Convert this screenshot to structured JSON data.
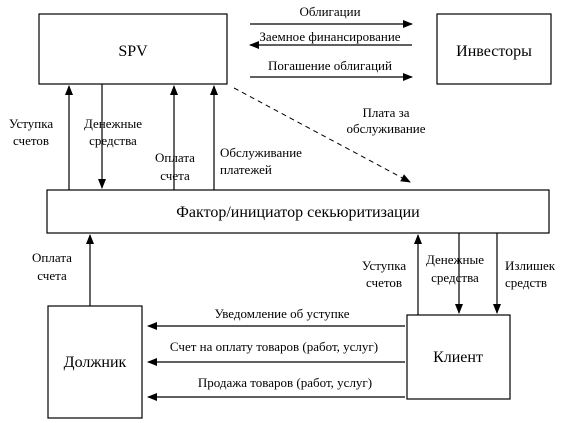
{
  "boxes": {
    "spv": "SPV",
    "investors": "Инвесторы",
    "factor": "Фактор/инициатор секьюритизации",
    "debtor": "Должник",
    "client": "Клиент"
  },
  "labels": {
    "bonds": "Облигации",
    "borrowing": "Заемное финансирование",
    "repayment": "Погашение облигаций",
    "service_fee_l1": "Плата за",
    "service_fee_l2": "обслуживание",
    "assign_l1": "Уступка",
    "assign_l2": "счетов",
    "cash_l1": "Денежные",
    "cash_l2": "средства",
    "invoice_pay_l1": "Оплата",
    "invoice_pay_l2": "счета",
    "payment_service_l1": "Обслуживание",
    "payment_service_l2": "платежей",
    "debtor_pay_l1": "Оплата",
    "debtor_pay_l2": "счета",
    "client_assign_l1": "Уступка",
    "client_assign_l2": "счетов",
    "client_cash_l1": "Денежные",
    "client_cash_l2": "средства",
    "surplus_l1": "Излишек",
    "surplus_l2": "средств",
    "notice": "Уведомление об уступке",
    "invoice": "Счет на оплату товаров (работ, услуг)",
    "sale": "Продажа товаров (работ, услуг)"
  }
}
